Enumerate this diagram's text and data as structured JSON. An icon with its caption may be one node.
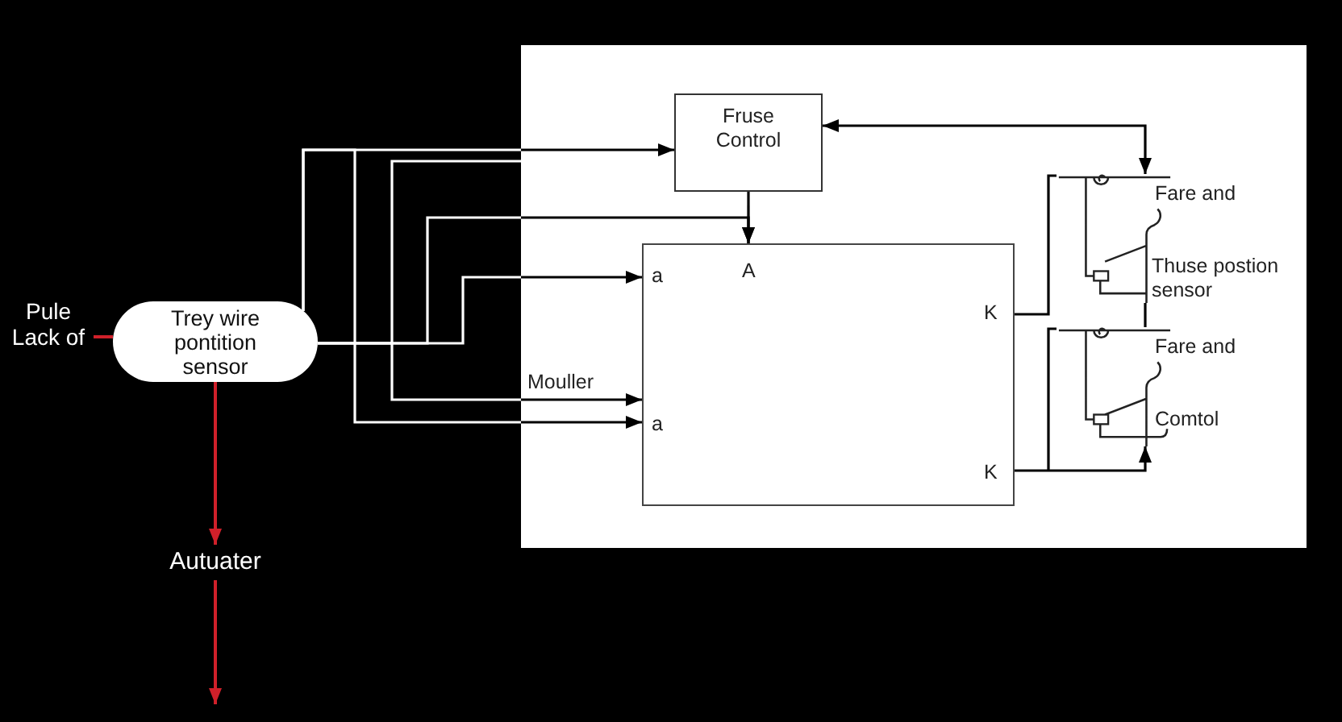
{
  "diagram": {
    "nodes": [
      {
        "text": [
          "Pule Lack of"
        ]
      },
      {
        "text": [
          "Trey wire pontition sensor"
        ]
      },
      {
        "text": [
          "Fruse Control"
        ]
      },
      {
        "text": [
          "a",
          "A",
          "K",
          "a",
          "K"
        ]
      },
      {
        "text": [
          "Fare and",
          "Thuse postion sensor"
        ]
      },
      {
        "text": [
          "Fare and",
          "Comtol"
        ]
      },
      {
        "text": [
          "Autuater"
        ]
      }
    ],
    "edges": [
      {
        "from": 0,
        "to": 1,
        "arrow": "none",
        "color": "#d0202a"
      },
      {
        "from": 1,
        "to": 6,
        "arrow": "to",
        "color": "#d0202a"
      },
      {
        "from": 6,
        "to": null,
        "arrow": "to",
        "color": "#d0202a"
      },
      {
        "from": 1,
        "to": 2,
        "arrow": "to"
      },
      {
        "from": 1,
        "to": 3,
        "arrow": "to"
      },
      {
        "from": 1,
        "to": 3,
        "arrow": "to"
      },
      {
        "from": 1,
        "to": 3,
        "arrow": "to",
        "label": "Mouller"
      },
      {
        "from": 1,
        "to": 3,
        "arrow": "to"
      },
      {
        "from": 2,
        "to": 3,
        "arrow": "to"
      },
      {
        "from": 2,
        "to": 4,
        "arrow": "both"
      },
      {
        "from": 3,
        "to": 4,
        "arrow": "none"
      },
      {
        "from": 4,
        "to": 5,
        "arrow": "none"
      },
      {
        "from": 3,
        "to": 5,
        "arrow": "to"
      }
    ]
  }
}
